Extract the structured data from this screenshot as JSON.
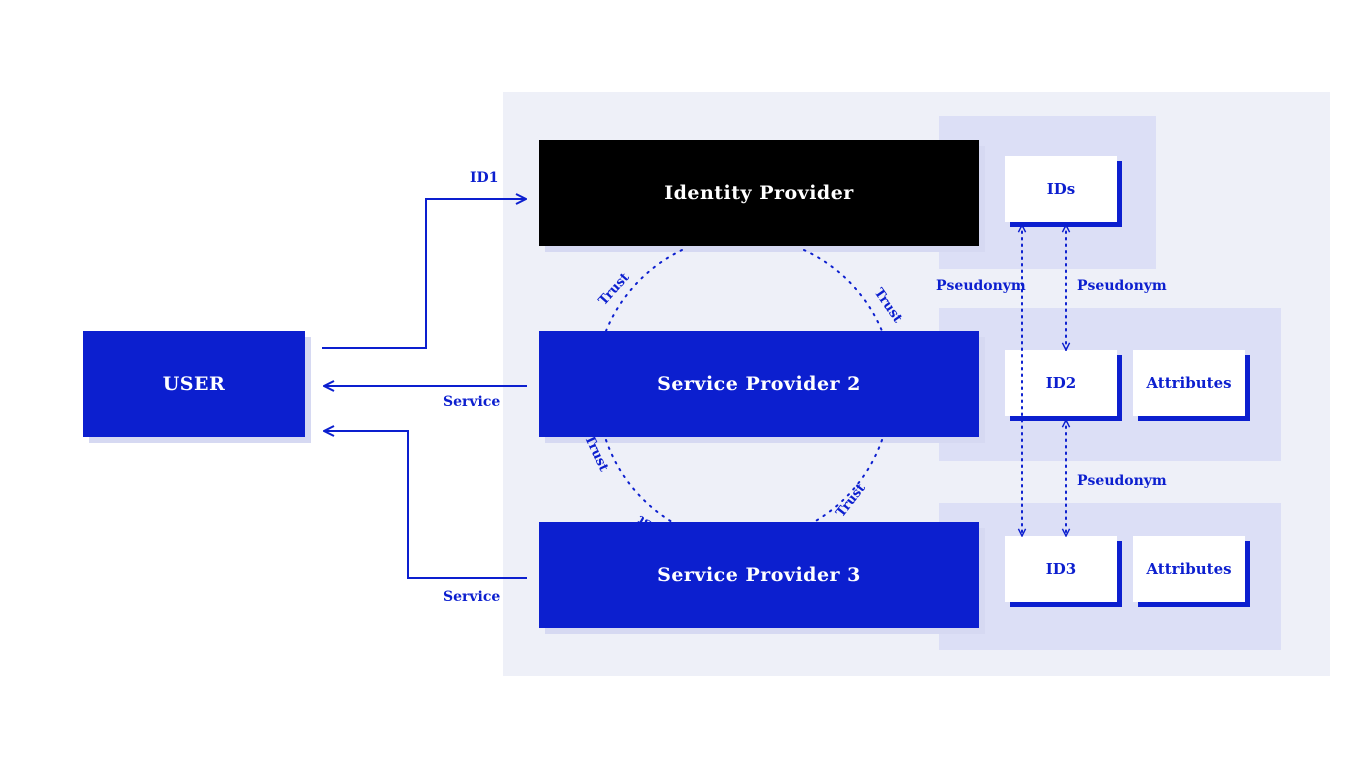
{
  "colors": {
    "accent": "#0c1fcf",
    "panel": "#eef0f8",
    "zone": "#dcdff6",
    "identity_provider": "#000000"
  },
  "user": {
    "label": "USER"
  },
  "identity_provider": {
    "label": "Identity Provider"
  },
  "service_providers": [
    {
      "label": "Service Provider 2"
    },
    {
      "label": "Service Provider 3"
    }
  ],
  "id_boxes": {
    "ids": "IDs",
    "id2": "ID2",
    "id3": "ID3"
  },
  "attributes": [
    "Attributes",
    "Attributes"
  ],
  "edges": {
    "id1": "ID1",
    "service_sp2": "Service",
    "service_sp3": "Service"
  },
  "pseudonym_labels": [
    "Pseudonym",
    "Pseudonym",
    "Pseudonym"
  ],
  "trust_label": "Trust"
}
